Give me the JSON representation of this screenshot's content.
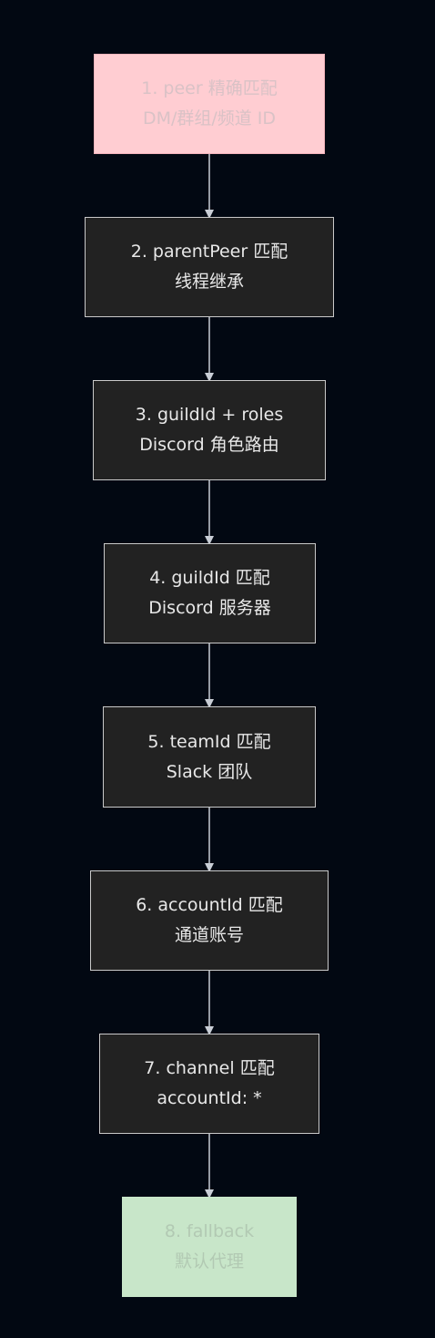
{
  "colors": {
    "background": "#020812",
    "node_fill": "#222222",
    "node_border": "#c9c9c9",
    "node_text": "#e8e8e8",
    "peer_fill": "#ffcdd2",
    "peer_text": "#d9c2c6",
    "fallback_fill": "#c8e6c9",
    "fallback_text": "#b2c9b3",
    "edge": "#c9ced6"
  },
  "flow": {
    "nodes": [
      {
        "id": "n1",
        "lines": [
          "1. peer 精确匹配",
          "DM/群组/频道 ID"
        ]
      },
      {
        "id": "n2",
        "lines": [
          "2. parentPeer 匹配",
          "线程继承"
        ]
      },
      {
        "id": "n3",
        "lines": [
          "3. guildId + roles",
          "Discord 角色路由"
        ]
      },
      {
        "id": "n4",
        "lines": [
          "4. guildId 匹配",
          "Discord 服务器"
        ]
      },
      {
        "id": "n5",
        "lines": [
          "5. teamId 匹配",
          "Slack 团队"
        ]
      },
      {
        "id": "n6",
        "lines": [
          "6. accountId 匹配",
          "通道账号"
        ]
      },
      {
        "id": "n7",
        "lines": [
          "7. channel 匹配",
          "accountId: *"
        ]
      },
      {
        "id": "n8",
        "lines": [
          "8. fallback",
          "默认代理"
        ]
      }
    ]
  }
}
